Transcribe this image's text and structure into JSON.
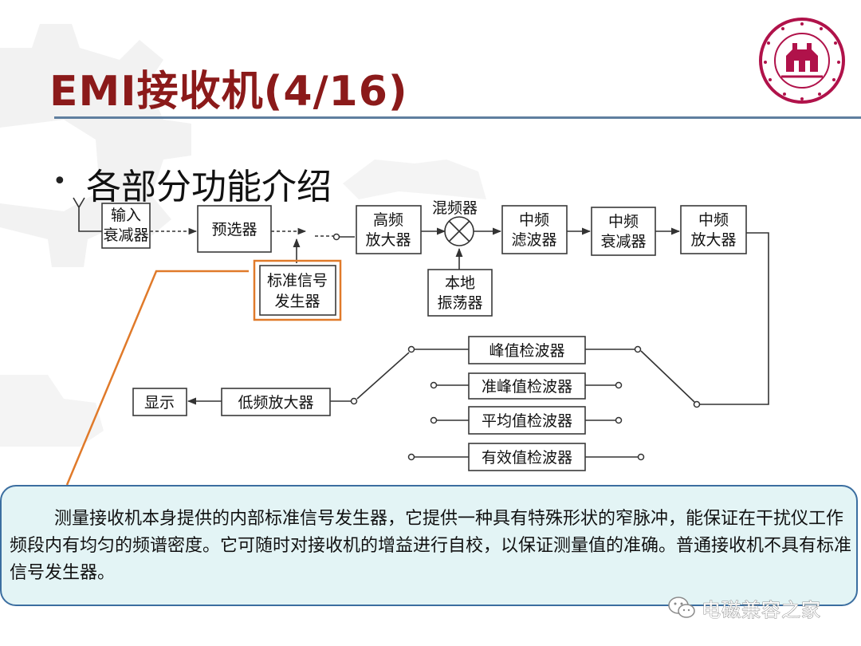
{
  "slide": {
    "title": "EMI接收机(4/16)",
    "bullet": "各部分功能介绍"
  },
  "diagram": {
    "blocks": {
      "input_attenuator": [
        "输入",
        "衰减器"
      ],
      "preselector": [
        "预选器"
      ],
      "rf_amplifier": [
        "高频",
        "放大器"
      ],
      "mixer_label": "混频器",
      "local_oscillator": [
        "本地",
        "振荡器"
      ],
      "if_filter": [
        "中频",
        "滤波器"
      ],
      "if_attenuator": [
        "中频",
        "衰减器"
      ],
      "if_amplifier": [
        "中频",
        "放大器"
      ],
      "calibration_generator": [
        "标准信号",
        "发生器"
      ],
      "peak_detector": [
        "峰值检波器"
      ],
      "quasi_peak_detector": [
        "准峰值检波器"
      ],
      "average_detector": [
        "平均值检波器"
      ],
      "rms_detector": [
        "有效值检波器"
      ],
      "audio_amplifier": [
        "低频放大器"
      ],
      "display": [
        "显示"
      ]
    },
    "highlight_color": "#e07a2a"
  },
  "note": {
    "text": "测量接收机本身提供的内部标准信号发生器，它提供一种具有特殊形状的窄脉冲，能保证在干扰仪工作频段内有均匀的频谱密度。它可随时对接收机的增益进行自校，以保证测量值的准确。普通接收机不具有标准信号发生器。"
  },
  "watermark": {
    "text": "电磁兼容之家",
    "icon": "wechat-icon"
  },
  "colors": {
    "title": "#8b1a1a",
    "rule": "#5f7f9f",
    "note_bg": "#e3f4f5",
    "note_border": "#3b6ea0"
  }
}
